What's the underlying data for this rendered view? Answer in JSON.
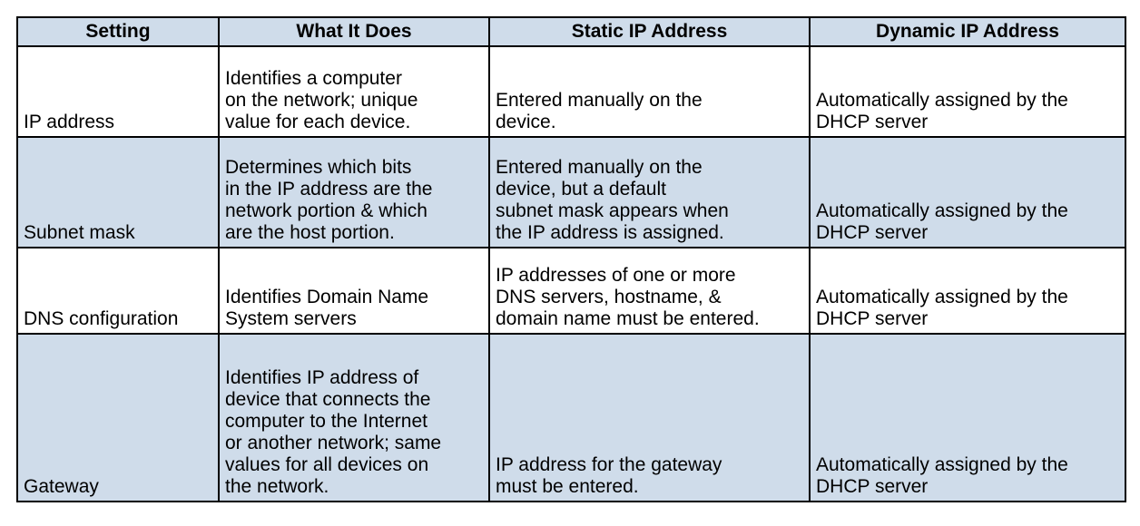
{
  "headers": [
    "Setting",
    "What It Does",
    "Static IP Address",
    "Dynamic IP Address"
  ],
  "rows": [
    {
      "setting": "IP address",
      "what": [
        "Identifies a computer",
        "on the network; unique",
        "value for each device."
      ],
      "static": [
        "Entered manually on  the",
        "device."
      ],
      "dynamic": [
        "Automatically assigned by the",
        "DHCP server"
      ]
    },
    {
      "setting": "Subnet mask",
      "what": [
        "Determines which bits",
        "in the IP address are the",
        "network portion & which",
        "are the host portion."
      ],
      "static": [
        "Entered manually on the",
        "device, but a default",
        "subnet mask appears when",
        "the IP address is assigned."
      ],
      "dynamic": [
        "Automatically assigned by the",
        "DHCP server"
      ]
    },
    {
      "setting": "DNS configuration",
      "what": [
        "Identifies Domain Name",
        "System servers"
      ],
      "static": [
        "IP addresses of one or more",
        "DNS servers, hostname, &",
        "domain name must be entered."
      ],
      "dynamic": [
        "Automatically assigned by the",
        "DHCP server"
      ]
    },
    {
      "setting": "Gateway",
      "what": [
        "Identifies IP address of",
        "device that connects the",
        "computer to the Internet",
        "or another network; same",
        "values for all devices on",
        "the network."
      ],
      "static": [
        "IP address for the gateway",
        "must be entered."
      ],
      "dynamic": [
        "Automatically assigned by the",
        "DHCP server"
      ]
    }
  ],
  "colors": {
    "header_bg": "#cfdcea",
    "shaded_row_bg": "#cfdcea",
    "border": "#000000"
  }
}
